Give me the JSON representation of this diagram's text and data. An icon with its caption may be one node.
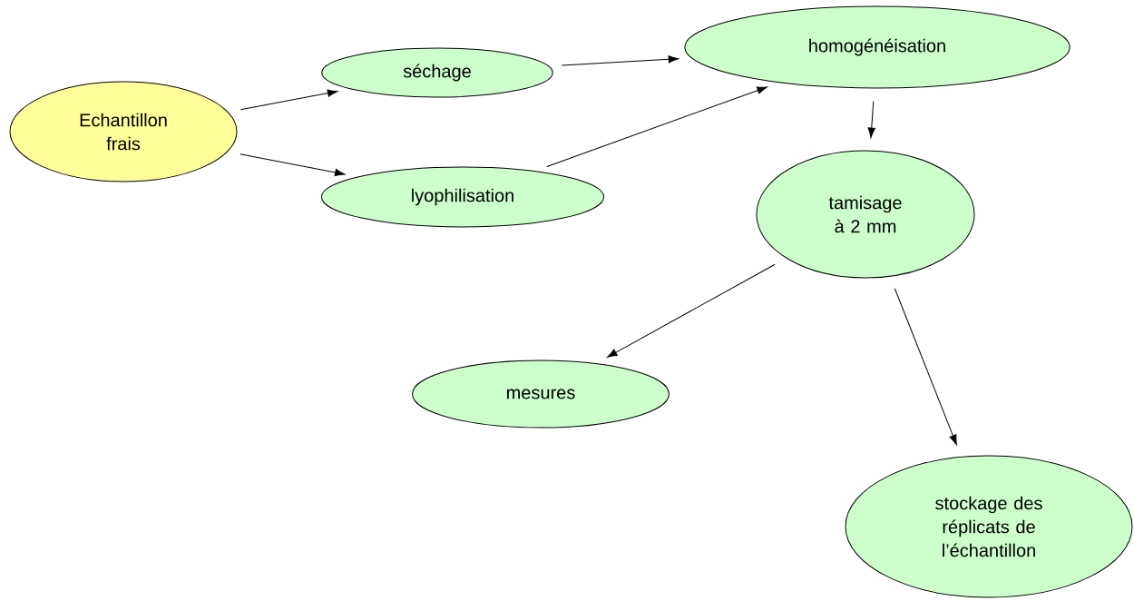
{
  "diagram": {
    "nodes": [
      {
        "text": [
          "Echantillon frais"
        ]
      },
      {
        "text": [
          "séchage"
        ]
      },
      {
        "text": [
          "lyophilisation"
        ]
      },
      {
        "text": [
          "homogénéisation"
        ]
      },
      {
        "text": [
          "tamisage à 2 mm"
        ]
      },
      {
        "text": [
          "mesures"
        ]
      },
      {
        "text": [
          "stockage des réplicats de l’échantillon"
        ]
      }
    ],
    "edges": [
      {
        "from": 0,
        "to": 1,
        "arrow": "to"
      },
      {
        "from": 0,
        "to": 2,
        "arrow": "to"
      },
      {
        "from": 1,
        "to": 3,
        "arrow": "to"
      },
      {
        "from": 2,
        "to": 3,
        "arrow": "to"
      },
      {
        "from": 3,
        "to": 4,
        "arrow": "to"
      },
      {
        "from": 4,
        "to": 5,
        "arrow": "to"
      },
      {
        "from": 4,
        "to": 6,
        "arrow": "to"
      }
    ]
  }
}
